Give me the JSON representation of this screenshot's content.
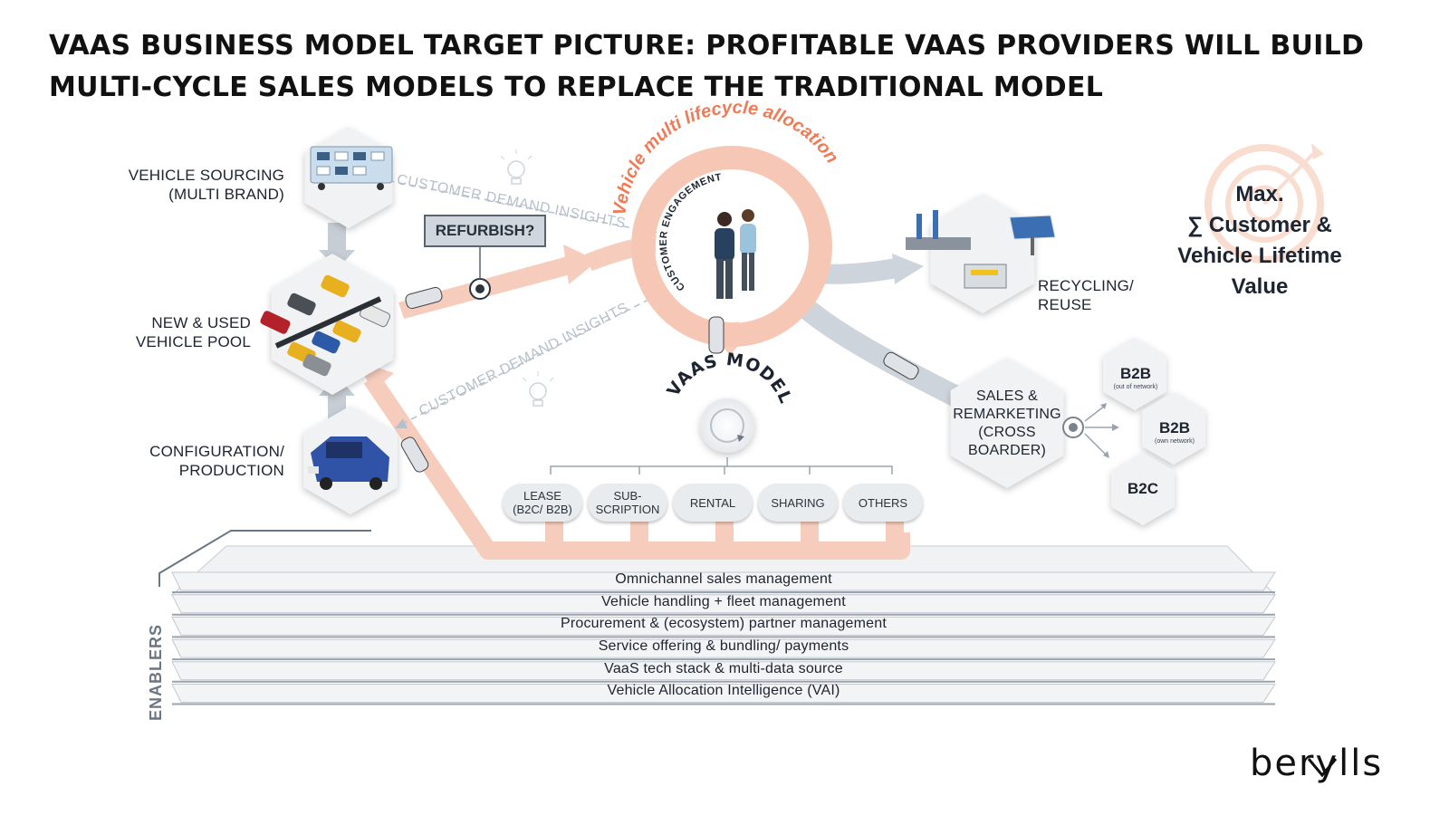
{
  "title": "VAAS BUSINESS MODEL TARGET PICTURE: PROFITABLE VAAS PROVIDERS WILL BUILD MULTI-CYCLE SALES MODELS TO REPLACE THE TRADITIONAL MODEL",
  "left_column": {
    "sourcing": [
      "VEHICLE SOURCING",
      "(MULTI BRAND)"
    ],
    "pool": [
      "NEW & USED",
      "VEHICLE POOL"
    ],
    "production": [
      "CONFIGURATION/",
      "PRODUCTION"
    ]
  },
  "refurbish": "REFURBISH?",
  "insights": {
    "top": "CUSTOMER DEMAND INSIGHTS",
    "bottom": "CUSTOMER DEMAND INSIGHTS"
  },
  "lifecycle_label": "Vehicle multi lifecycle allocation",
  "engagement_label": "CUSTOMER ENGAGEMENT",
  "vaas_models_label": "VAAS MODELS",
  "vaas_models": [
    [
      "LEASE",
      "(B2C/ B2B)"
    ],
    [
      "SUB-",
      "SCRIPTION"
    ],
    [
      "RENTAL"
    ],
    [
      "SHARING"
    ],
    [
      "OTHERS"
    ]
  ],
  "recycling": [
    "RECYCLING/",
    "REUSE"
  ],
  "sales": [
    "SALES &",
    "REMARKETING",
    "(CROSS",
    "BOARDER)"
  ],
  "channels": [
    {
      "label": "B2B",
      "sub": "(out of network)"
    },
    {
      "label": "B2B",
      "sub": "(own network)"
    },
    {
      "label": "B2C",
      "sub": ""
    }
  ],
  "max_value": [
    "Max.",
    "∑ Customer &",
    "Vehicle Lifetime",
    "Value"
  ],
  "enablers_label": "ENABLERS",
  "enablers": [
    "Omnichannel sales management",
    "Vehicle handling + fleet management",
    "Procurement & (ecosystem) partner management",
    "Service offering & bundling/ payments",
    "VaaS tech stack & multi-data source",
    "Vehicle Allocation Intelligence (VAI)"
  ],
  "logo": "berylls",
  "colors": {
    "accent": "#f2a48a",
    "accent_text": "#f07a55",
    "grey_arrow": "#cfd6dd",
    "hex_fill": "#eef0f2"
  },
  "icons": [
    "lightbulb-icon",
    "target-icon",
    "car-icon",
    "people-icon",
    "refresh-icon"
  ]
}
